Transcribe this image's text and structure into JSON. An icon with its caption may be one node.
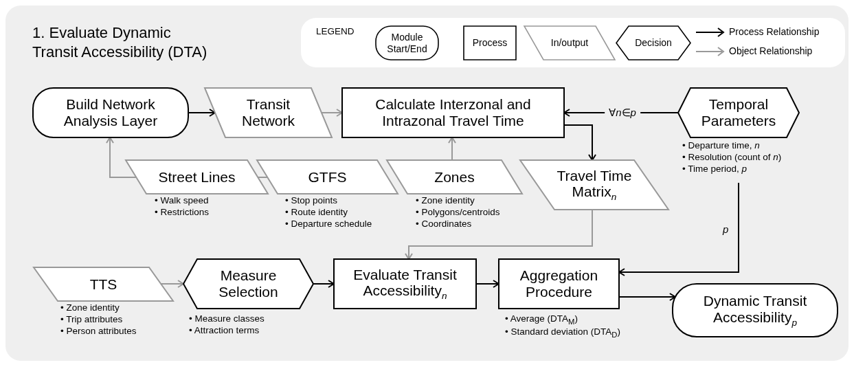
{
  "diagram": {
    "title": "1. Evaluate Dynamic Transit Accessibility (DTA)",
    "nodes": [
      {
        "text": [
          "Build Network Analysis Layer"
        ]
      },
      {
        "text": [
          "Transit Network"
        ]
      },
      {
        "text": [
          "Calculate Interzonal and Intrazonal Travel Time"
        ]
      },
      {
        "text": [
          "Temporal Parameters"
        ],
        "beside": [
          "• Departure time, *n*",
          "• Resolution (count of *n*)",
          "• Time period, *p*"
        ]
      },
      {
        "text": [
          "Street Lines"
        ],
        "beside": [
          "• Walk speed",
          "• Restrictions"
        ]
      },
      {
        "text": [
          "GTFS"
        ],
        "beside": [
          "• Stop points",
          "• Route identity",
          "• Departure schedule"
        ]
      },
      {
        "text": [
          "Zones"
        ],
        "beside": [
          "• Zone identity",
          "• Polygons/centroids",
          "• Coordinates"
        ]
      },
      {
        "text": [
          "Travel Time Matrix$_{n}$"
        ]
      },
      {
        "text": [
          "TTS"
        ],
        "beside": [
          "• Zone identity",
          "• Trip attributes",
          "• Person attributes"
        ]
      },
      {
        "text": [
          "Measure Selection"
        ],
        "beside": [
          "• Measure classes",
          "• Attraction terms"
        ]
      },
      {
        "text": [
          "Evaluate Transit Accessibility$_{n}$"
        ]
      },
      {
        "text": [
          "Aggregation Procedure"
        ],
        "beside": [
          "• Average (DTA$_{M}$)",
          "• Standard deviation (DTA$_{D}$)"
        ]
      },
      {
        "text": [
          "Dynamic Transit Accessibility$_{p}$"
        ]
      }
    ],
    "edges": [
      {
        "from": 0,
        "to": 1,
        "arrow": "to"
      },
      {
        "from": 1,
        "to": 2,
        "arrow": "to",
        "color": "#999999"
      },
      {
        "from": 3,
        "to": 2,
        "arrow": "to",
        "label": "∀*n*∈*p*"
      },
      {
        "from": 2,
        "to": 7,
        "arrow": "to"
      },
      {
        "from": 4,
        "to": 0,
        "arrow": "to",
        "color": "#999999"
      },
      {
        "from": 5,
        "to": 4,
        "arrow": "none",
        "color": "#999999"
      },
      {
        "from": 6,
        "to": 2,
        "arrow": "to",
        "color": "#999999"
      },
      {
        "from": 7,
        "to": 10,
        "arrow": "to",
        "color": "#999999"
      },
      {
        "from": 3,
        "to": 11,
        "arrow": "to",
        "label": "*p*"
      },
      {
        "from": 8,
        "to": 9,
        "arrow": "to",
        "color": "#999999"
      },
      {
        "from": 9,
        "to": 10,
        "arrow": "to"
      },
      {
        "from": 10,
        "to": 11,
        "arrow": "to"
      },
      {
        "from": 11,
        "to": 12,
        "arrow": "to"
      }
    ],
    "labels": [
      "LEGEND"
    ],
    "legend": [
      {
        "text": "Module Start/End"
      },
      {
        "text": "Process"
      },
      {
        "text": "In/output"
      },
      {
        "text": "Decision"
      },
      {
        "text": "Process Relationship"
      },
      {
        "text": "Object Relationship"
      }
    ]
  }
}
